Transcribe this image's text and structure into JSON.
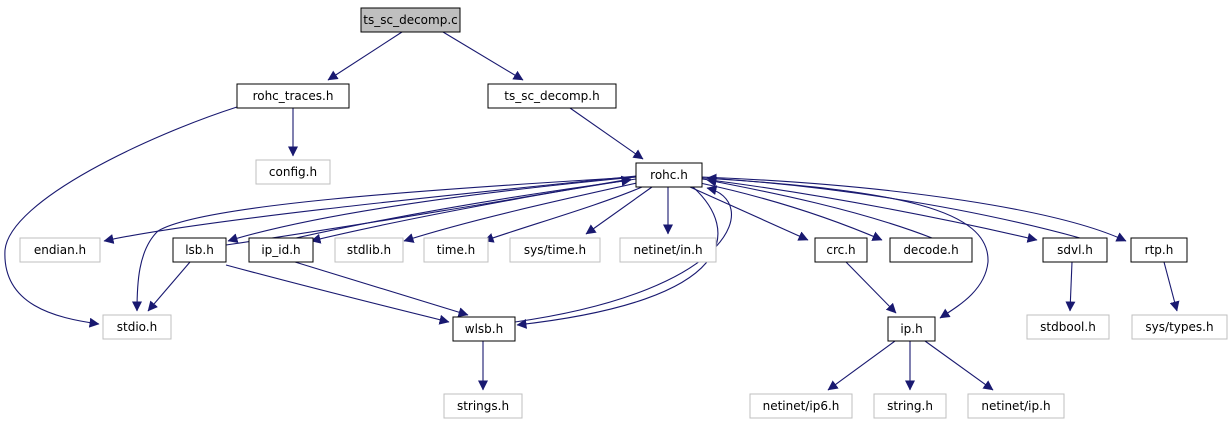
{
  "colors": {
    "background": "#ffffff",
    "edge": "#191970",
    "solid_border": "#000000",
    "missing_border": "#bfbfbf",
    "root_fill": "#bfbfbf",
    "text": "#000000"
  },
  "graph": {
    "nodes": [
      {
        "id": "ts_sc_decomp_c",
        "label": "ts_sc_decomp.c",
        "style": "root"
      },
      {
        "id": "rohc_traces_h",
        "label": "rohc_traces.h",
        "style": "solid"
      },
      {
        "id": "ts_sc_decomp_h",
        "label": "ts_sc_decomp.h",
        "style": "solid"
      },
      {
        "id": "config_h",
        "label": "config.h",
        "style": "missing"
      },
      {
        "id": "rohc_h",
        "label": "rohc.h",
        "style": "solid"
      },
      {
        "id": "endian_h",
        "label": "endian.h",
        "style": "missing"
      },
      {
        "id": "lsb_h",
        "label": "lsb.h",
        "style": "solid"
      },
      {
        "id": "ip_id_h",
        "label": "ip_id.h",
        "style": "solid"
      },
      {
        "id": "stdlib_h",
        "label": "stdlib.h",
        "style": "missing"
      },
      {
        "id": "time_h",
        "label": "time.h",
        "style": "missing"
      },
      {
        "id": "sys_time_h",
        "label": "sys/time.h",
        "style": "missing"
      },
      {
        "id": "netinet_in_h",
        "label": "netinet/in.h",
        "style": "missing"
      },
      {
        "id": "crc_h",
        "label": "crc.h",
        "style": "solid"
      },
      {
        "id": "decode_h",
        "label": "decode.h",
        "style": "solid"
      },
      {
        "id": "sdvl_h",
        "label": "sdvl.h",
        "style": "solid"
      },
      {
        "id": "rtp_h",
        "label": "rtp.h",
        "style": "solid"
      },
      {
        "id": "stdio_h",
        "label": "stdio.h",
        "style": "missing"
      },
      {
        "id": "wlsb_h",
        "label": "wlsb.h",
        "style": "solid"
      },
      {
        "id": "ip_h",
        "label": "ip.h",
        "style": "solid"
      },
      {
        "id": "stdbool_h",
        "label": "stdbool.h",
        "style": "missing"
      },
      {
        "id": "sys_types_h",
        "label": "sys/types.h",
        "style": "missing"
      },
      {
        "id": "strings_h",
        "label": "strings.h",
        "style": "missing"
      },
      {
        "id": "netinet_ip6_h",
        "label": "netinet/ip6.h",
        "style": "missing"
      },
      {
        "id": "string_h",
        "label": "string.h",
        "style": "missing"
      },
      {
        "id": "netinet_ip_h",
        "label": "netinet/ip.h",
        "style": "missing"
      }
    ],
    "edges": [
      {
        "from": "ts_sc_decomp_c",
        "to": "rohc_traces_h"
      },
      {
        "from": "ts_sc_decomp_c",
        "to": "ts_sc_decomp_h"
      },
      {
        "from": "rohc_traces_h",
        "to": "config_h"
      },
      {
        "from": "rohc_traces_h",
        "to": "stdio_h"
      },
      {
        "from": "ts_sc_decomp_h",
        "to": "rohc_h"
      },
      {
        "from": "rohc_h",
        "to": "endian_h"
      },
      {
        "from": "rohc_h",
        "to": "lsb_h"
      },
      {
        "from": "rohc_h",
        "to": "ip_id_h"
      },
      {
        "from": "rohc_h",
        "to": "stdlib_h"
      },
      {
        "from": "rohc_h",
        "to": "time_h"
      },
      {
        "from": "rohc_h",
        "to": "sys_time_h"
      },
      {
        "from": "rohc_h",
        "to": "netinet_in_h"
      },
      {
        "from": "rohc_h",
        "to": "crc_h"
      },
      {
        "from": "rohc_h",
        "to": "decode_h"
      },
      {
        "from": "rohc_h",
        "to": "sdvl_h"
      },
      {
        "from": "rohc_h",
        "to": "rtp_h"
      },
      {
        "from": "rohc_h",
        "to": "stdio_h"
      },
      {
        "from": "rohc_h",
        "to": "wlsb_h"
      },
      {
        "from": "rohc_h",
        "to": "ip_h"
      },
      {
        "from": "lsb_h",
        "to": "rohc_h"
      },
      {
        "from": "lsb_h",
        "to": "stdio_h"
      },
      {
        "from": "lsb_h",
        "to": "wlsb_h"
      },
      {
        "from": "ip_id_h",
        "to": "rohc_h"
      },
      {
        "from": "ip_id_h",
        "to": "wlsb_h"
      },
      {
        "from": "wlsb_h",
        "to": "rohc_h"
      },
      {
        "from": "wlsb_h",
        "to": "strings_h"
      },
      {
        "from": "decode_h",
        "to": "rohc_h"
      },
      {
        "from": "sdvl_h",
        "to": "rohc_h"
      },
      {
        "from": "sdvl_h",
        "to": "stdbool_h"
      },
      {
        "from": "crc_h",
        "to": "ip_h"
      },
      {
        "from": "rtp_h",
        "to": "sys_types_h"
      },
      {
        "from": "ip_h",
        "to": "netinet_ip6_h"
      },
      {
        "from": "ip_h",
        "to": "string_h"
      },
      {
        "from": "ip_h",
        "to": "netinet_ip_h"
      }
    ]
  }
}
